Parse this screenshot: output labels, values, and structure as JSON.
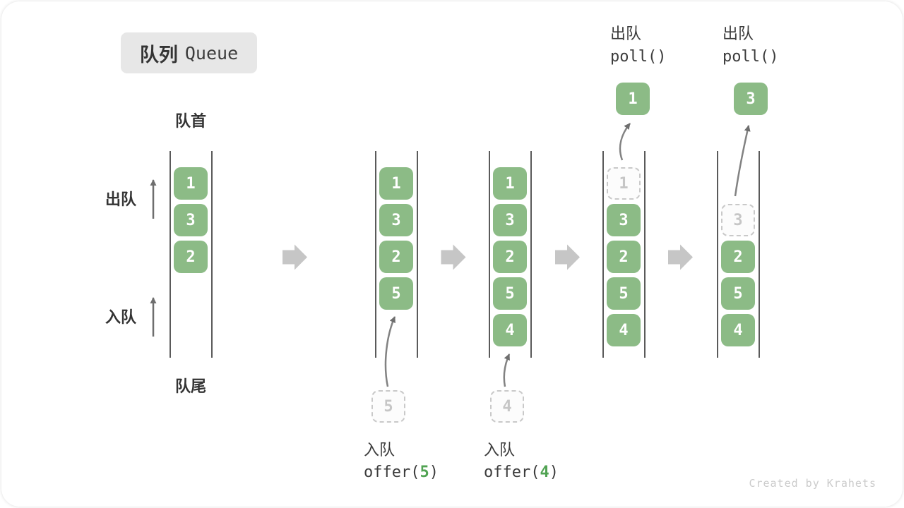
{
  "title": {
    "zh": "队列",
    "en": "Queue"
  },
  "labels": {
    "front": "队首",
    "rear": "队尾",
    "dequeue_side": "出队",
    "enqueue_side": "入队"
  },
  "footer": "Created by Krahets",
  "colors": {
    "cell_green": "#8CBB86",
    "code_green": "#51A353",
    "text_dark": "#3C3C3C",
    "dashed_gray": "#C9C9C9",
    "block_arrow_gray": "#C6C6C6",
    "thin_arrow_gray": "#6E6E6E",
    "title_badge_bg": "#E7E7E7"
  },
  "queues": [
    {
      "name": "state-1",
      "cells": [
        {
          "value": "1",
          "type": "solid"
        },
        {
          "value": "3",
          "type": "solid"
        },
        {
          "value": "2",
          "type": "solid"
        }
      ]
    },
    {
      "name": "state-2",
      "cells": [
        {
          "value": "1",
          "type": "solid"
        },
        {
          "value": "3",
          "type": "solid"
        },
        {
          "value": "2",
          "type": "solid"
        },
        {
          "value": "5",
          "type": "solid"
        }
      ],
      "below": {
        "staged_value": "5",
        "label": "入队",
        "code_prefix": "offer(",
        "code_arg": "5",
        "code_suffix": ")"
      }
    },
    {
      "name": "state-3",
      "cells": [
        {
          "value": "1",
          "type": "solid"
        },
        {
          "value": "3",
          "type": "solid"
        },
        {
          "value": "2",
          "type": "solid"
        },
        {
          "value": "5",
          "type": "solid"
        },
        {
          "value": "4",
          "type": "solid"
        }
      ],
      "below": {
        "staged_value": "4",
        "label": "入队",
        "code_prefix": "offer(",
        "code_arg": "4",
        "code_suffix": ")"
      }
    },
    {
      "name": "state-4",
      "cells": [
        {
          "value": "1",
          "type": "dashed"
        },
        {
          "value": "3",
          "type": "solid"
        },
        {
          "value": "2",
          "type": "solid"
        },
        {
          "value": "5",
          "type": "solid"
        },
        {
          "value": "4",
          "type": "solid"
        }
      ],
      "above": {
        "label": "出队",
        "code": "poll()",
        "removed_value": "1"
      }
    },
    {
      "name": "state-5",
      "cells": [
        {
          "type": "empty"
        },
        {
          "value": "3",
          "type": "dashed"
        },
        {
          "value": "2",
          "type": "solid"
        },
        {
          "value": "5",
          "type": "solid"
        },
        {
          "value": "4",
          "type": "solid"
        }
      ],
      "above": {
        "label": "出队",
        "code": "poll()",
        "removed_value": "3"
      }
    }
  ]
}
